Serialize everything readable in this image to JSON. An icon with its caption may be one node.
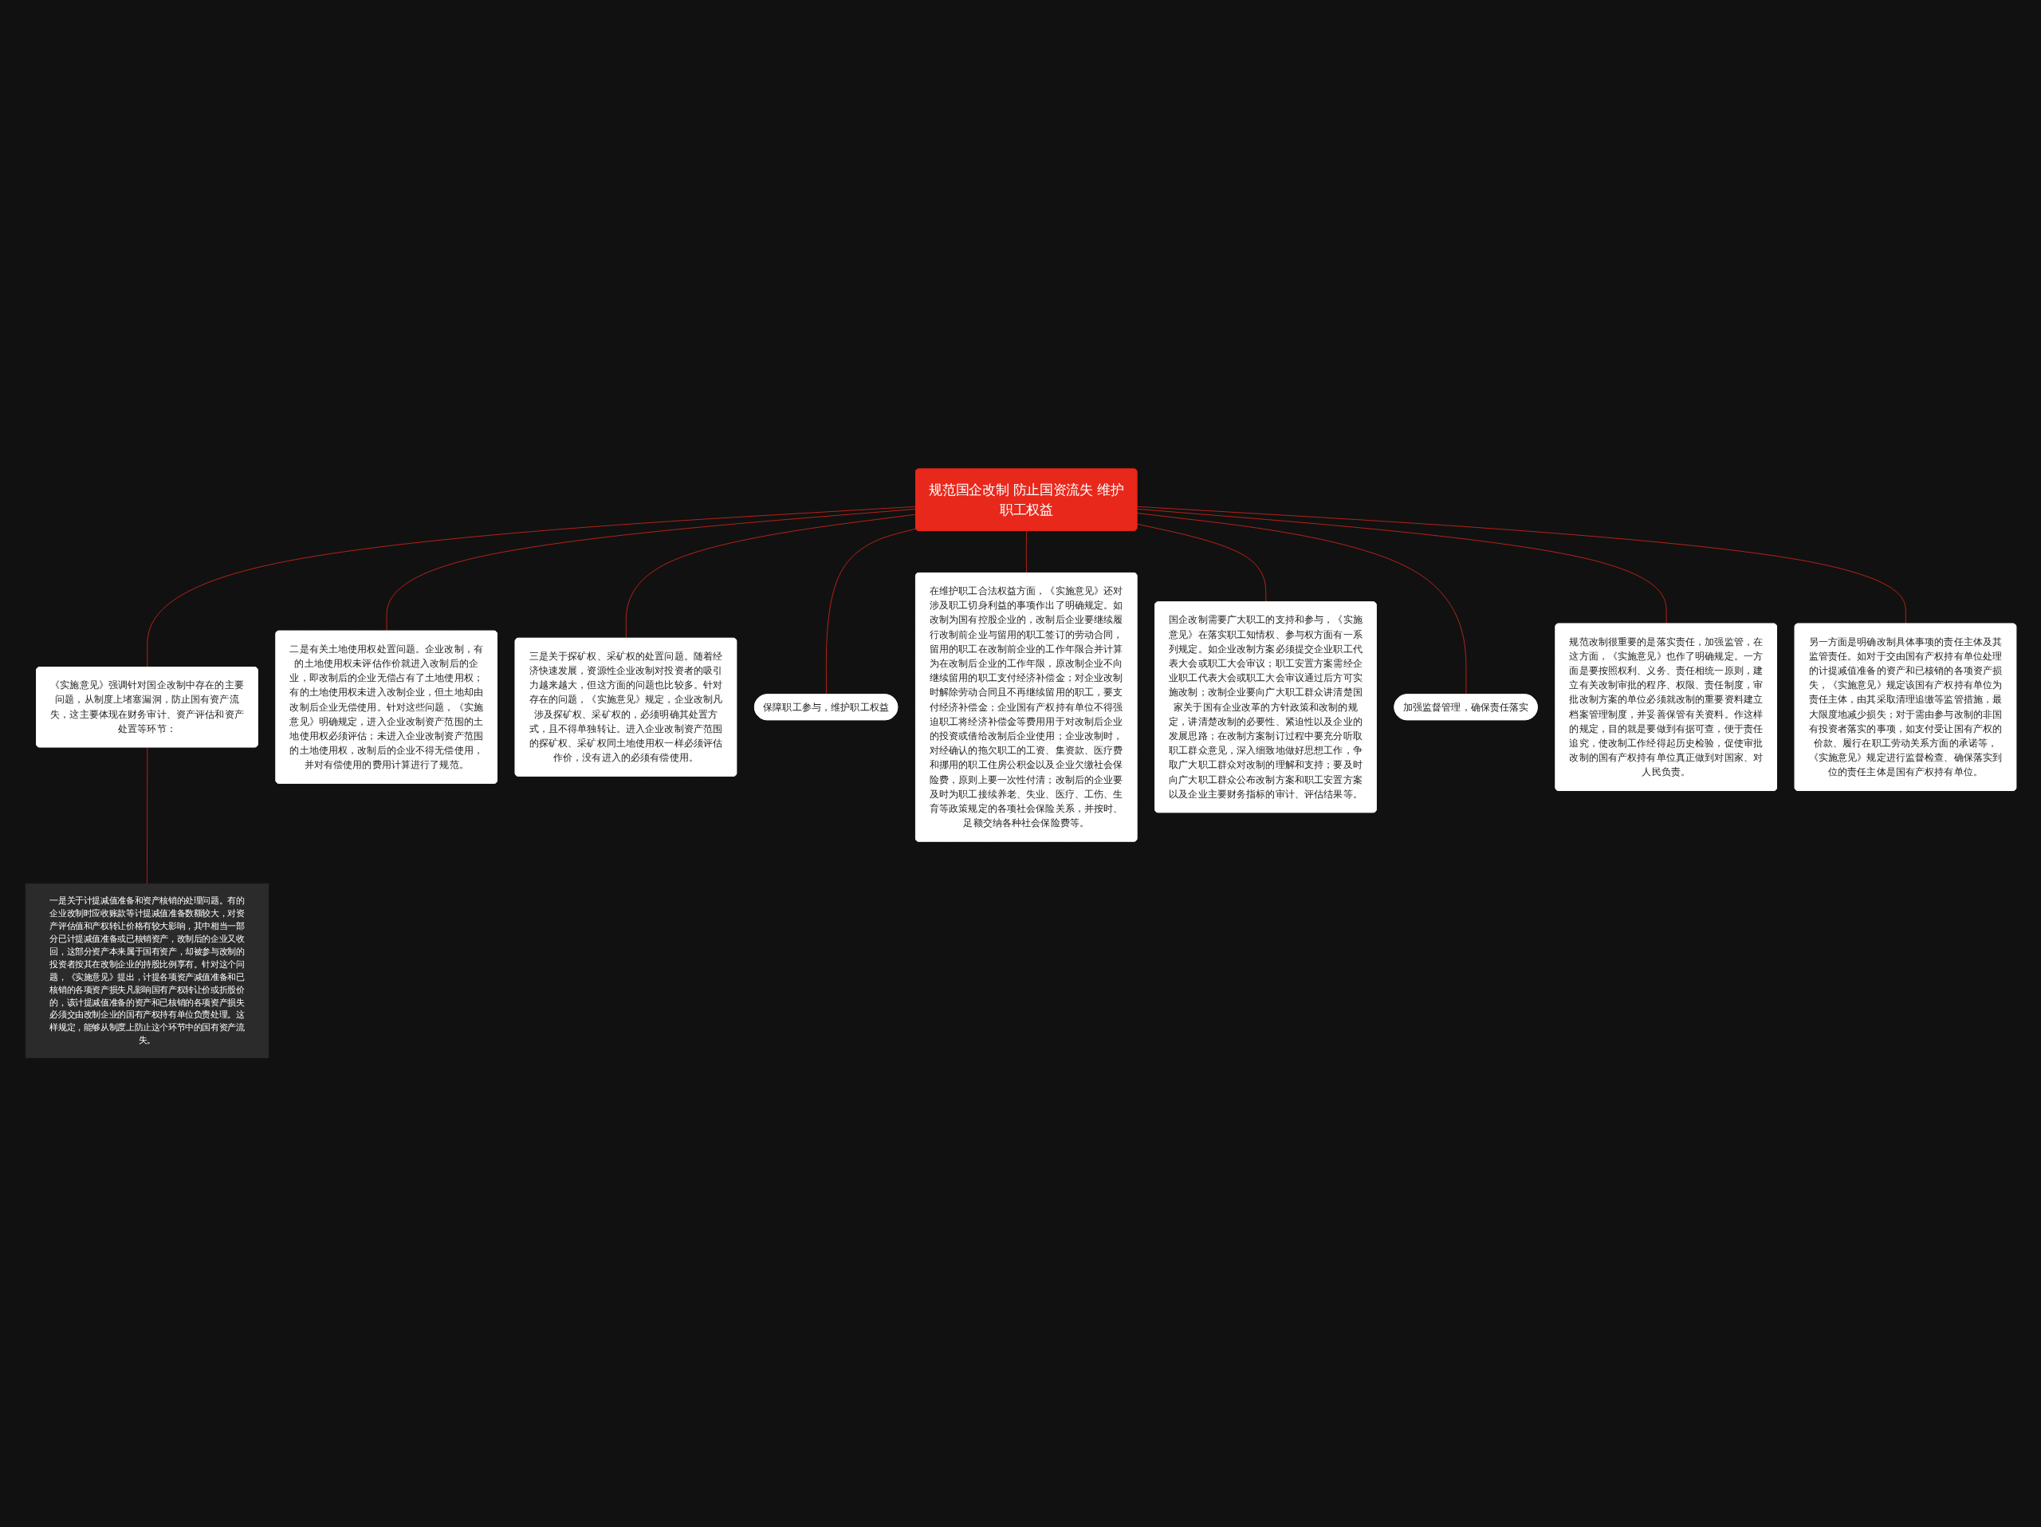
{
  "diagram": {
    "nodes": [
      {
        "text": [
          "规范国企改制 防止国资流失 维护职工权益"
        ]
      },
      {
        "text": [
          "《实施意见》强调针对国企改制中存在的主要问题，从制度上堵塞漏洞，防止国有资产流失，这主要体现在财务审计、资产评估和资产处置等环节："
        ]
      },
      {
        "text": [
          "一是关于计提减值准备和资产核销的处理问题。有的企业改制时应收账款等计提减值准备数额较大，对资产评估值和产权转让价格有较大影响，其中相当一部分已计提减值准备或已核销资产，改制后的企业又收回，这部分资产本来属于国有资产，却被参与改制的投资者按其在改制企业的持股比例享有。针对这个问题，《实施意见》提出，计提各项资产减值准备和已核销的各项资产损失凡影响国有产权转让价或折股价的，该计提减值准备的资产和已核销的各项资产损失必须交由改制企业的国有产权持有单位负责处理。这样规定，能够从制度上防止这个环节中的国有资产流失。"
        ]
      },
      {
        "text": [
          "二是有关土地使用权处置问题。企业改制，有的土地使用权未评估作价就进入改制后的企业，即改制后的企业无偿占有了土地使用权；有的土地使用权未进入改制企业，但土地却由改制后企业无偿使用。针对这些问题，《实施意见》明确规定，进入企业改制资产范围的土地使用权必须评估；未进入企业改制资产范围的土地使用权，改制后的企业不得无偿使用，并对有偿使用的费用计算进行了规范。"
        ]
      },
      {
        "text": [
          "三是关于探矿权、采矿权的处置问题。随着经济快速发展，资源性企业改制对投资者的吸引力越来越大，但这方面的问题也比较多。针对存在的问题，《实施意见》规定，企业改制凡涉及探矿权、采矿权的，必须明确其处置方式，且不得单独转让。进入企业改制资产范围的探矿权、采矿权同土地使用权一样必须评估作价，没有进入的必须有偿使用。"
        ]
      },
      {
        "text": [
          "保障职工参与，维护职工权益"
        ]
      },
      {
        "text": [
          "在维护职工合法权益方面，《实施意见》还对涉及职工切身利益的事项作出了明确规定。如改制为国有控股企业的，改制后企业要继续履行改制前企业与留用的职工签订的劳动合同，留用的职工在改制前企业的工作年限合并计算为在改制后企业的工作年限，原改制企业不向继续留用的职工支付经济补偿金；对企业改制时解除劳动合同且不再继续留用的职工，要支付经济补偿金；企业国有产权持有单位不得强迫职工将经济补偿金等费用用于对改制后企业的投资或借给改制后企业使用；企业改制时，对经确认的拖欠职工的工资、集资款、医疗费和挪用的职工住房公积金以及企业欠缴社会保险费，原则上要一次性付清；改制后的企业要及时为职工接续养老、失业、医疗、工伤、生育等政策规定的各项社会保险关系，并按时、足额交纳各种社会保险费等。"
        ]
      },
      {
        "text": [
          "国企改制需要广大职工的支持和参与，《实施意见》在落实职工知情权、参与权方面有一系列规定。如企业改制方案必须提交企业职工代表大会或职工大会审议；职工安置方案需经企业职工代表大会或职工大会审议通过后方可实施改制；改制企业要向广大职工群众讲清楚国家关于国有企业改革的方针政策和改制的规定，讲清楚改制的必要性、紧迫性以及企业的发展思路；在改制方案制订过程中要充分听取职工群众意见，深入细致地做好思想工作，争取广大职工群众对改制的理解和支持；要及时向广大职工群众公布改制方案和职工安置方案以及企业主要财务指标的审计、评估结果等。"
        ]
      },
      {
        "text": [
          "加强监督管理，确保责任落实"
        ]
      },
      {
        "text": [
          "规范改制很重要的是落实责任，加强监管，在这方面，《实施意见》也作了明确规定。一方面是要按照权利、义务、责任相统一原则，建立有关改制审批的程序、权限、责任制度，审批改制方案的单位必须就改制的重要资料建立档案管理制度，并妥善保管有关资料。作这样的规定，目的就是要做到有据可查，便于责任追究，使改制工作经得起历史检验，促使审批改制的国有产权持有单位真正做到对国家、对人民负责。"
        ]
      },
      {
        "text": [
          "另一方面是明确改制具体事项的责任主体及其监管责任。如对于交由国有产权持有单位处理的计提减值准备的资产和已核销的各项资产损失，《实施意见》规定该国有产权持有单位为责任主体，由其采取清理追缴等监管措施，最大限度地减少损失；对于需由参与改制的非国有投资者落实的事项，如支付受让国有产权的价款、履行在职工劳动关系方面的承诺等，《实施意见》规定进行监督检查、确保落实到位的责任主体是国有产权持有单位。"
        ]
      }
    ],
    "edges": [
      {
        "from": 0,
        "to": 1,
        "arrow": "none"
      },
      {
        "from": 1,
        "to": 2,
        "arrow": "none"
      },
      {
        "from": 0,
        "to": 3,
        "arrow": "none"
      },
      {
        "from": 0,
        "to": 4,
        "arrow": "none"
      },
      {
        "from": 0,
        "to": 5,
        "arrow": "none"
      },
      {
        "from": 0,
        "to": 6,
        "arrow": "none"
      },
      {
        "from": 0,
        "to": 7,
        "arrow": "none"
      },
      {
        "from": 0,
        "to": 8,
        "arrow": "none"
      },
      {
        "from": 0,
        "to": 9,
        "arrow": "none"
      },
      {
        "from": 0,
        "to": 10,
        "arrow": "none"
      }
    ]
  }
}
